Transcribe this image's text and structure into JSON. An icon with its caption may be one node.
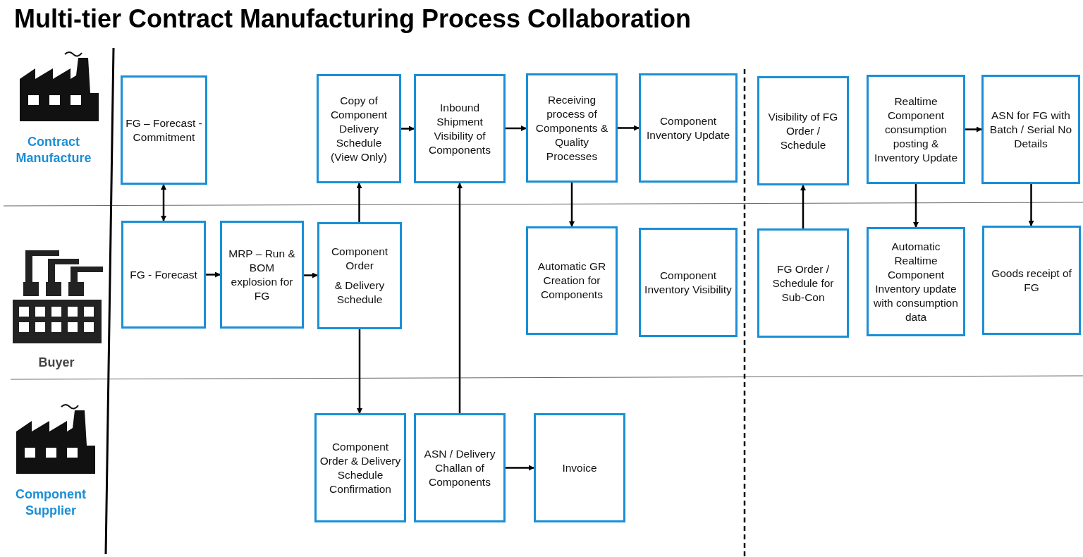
{
  "diagram": {
    "title": "Multi-tier Contract Manufacturing Process Collaboration",
    "nodes": [
      {
        "text": [
          "FG – Forecast - Commitment"
        ]
      },
      {
        "text": [
          "Copy of Component Delivery Schedule (View Only)"
        ]
      },
      {
        "text": [
          "Inbound Shipment Visibility of Components"
        ]
      },
      {
        "text": [
          "Receiving process of Components & Quality Processes"
        ]
      },
      {
        "text": [
          "Component Inventory Update"
        ]
      },
      {
        "text": [
          "Visibility of FG Order / Schedule"
        ]
      },
      {
        "text": [
          "Realtime Component consumption posting & Inventory Update"
        ]
      },
      {
        "text": [
          "ASN for FG with Batch / Serial No Details"
        ]
      },
      {
        "text": [
          "FG - Forecast"
        ]
      },
      {
        "text": [
          "MRP – Run & BOM explosion for FG"
        ]
      },
      {
        "text": [
          "Component Order",
          "& Delivery Schedule"
        ]
      },
      {
        "text": [
          "Automatic GR Creation for Components"
        ]
      },
      {
        "text": [
          "Component Inventory Visibility"
        ]
      },
      {
        "text": [
          "FG Order / Schedule for Sub-Con"
        ]
      },
      {
        "text": [
          "Automatic Realtime Component Inventory update with consumption data"
        ]
      },
      {
        "text": [
          "Goods receipt of FG"
        ]
      },
      {
        "text": [
          "Component Order & Delivery Schedule Confirmation"
        ]
      },
      {
        "text": [
          "ASN / Delivery Challan of Components"
        ]
      },
      {
        "text": [
          "Invoice"
        ]
      }
    ],
    "edges": [
      {
        "from": 0,
        "to": 8,
        "arrow": "both"
      },
      {
        "from": 8,
        "to": 9,
        "arrow": "to"
      },
      {
        "from": 9,
        "to": 10,
        "arrow": "to"
      },
      {
        "from": 10,
        "to": 1,
        "arrow": "to"
      },
      {
        "from": 10,
        "to": 16,
        "arrow": "to"
      },
      {
        "from": 1,
        "to": 2,
        "arrow": "to"
      },
      {
        "from": 17,
        "to": 2,
        "arrow": "to"
      },
      {
        "from": 17,
        "to": 18,
        "arrow": "to"
      },
      {
        "from": 2,
        "to": 3,
        "arrow": "to"
      },
      {
        "from": 3,
        "to": 4,
        "arrow": "to"
      },
      {
        "from": 3,
        "to": 11,
        "arrow": "to"
      },
      {
        "from": 13,
        "to": 5,
        "arrow": "to"
      },
      {
        "from": 6,
        "to": 7,
        "arrow": "to"
      },
      {
        "from": 6,
        "to": 14,
        "arrow": "to"
      },
      {
        "from": 7,
        "to": 15,
        "arrow": "to"
      }
    ],
    "labels": [
      "Contract Manufacture",
      "Buyer",
      "Component Supplier"
    ]
  }
}
